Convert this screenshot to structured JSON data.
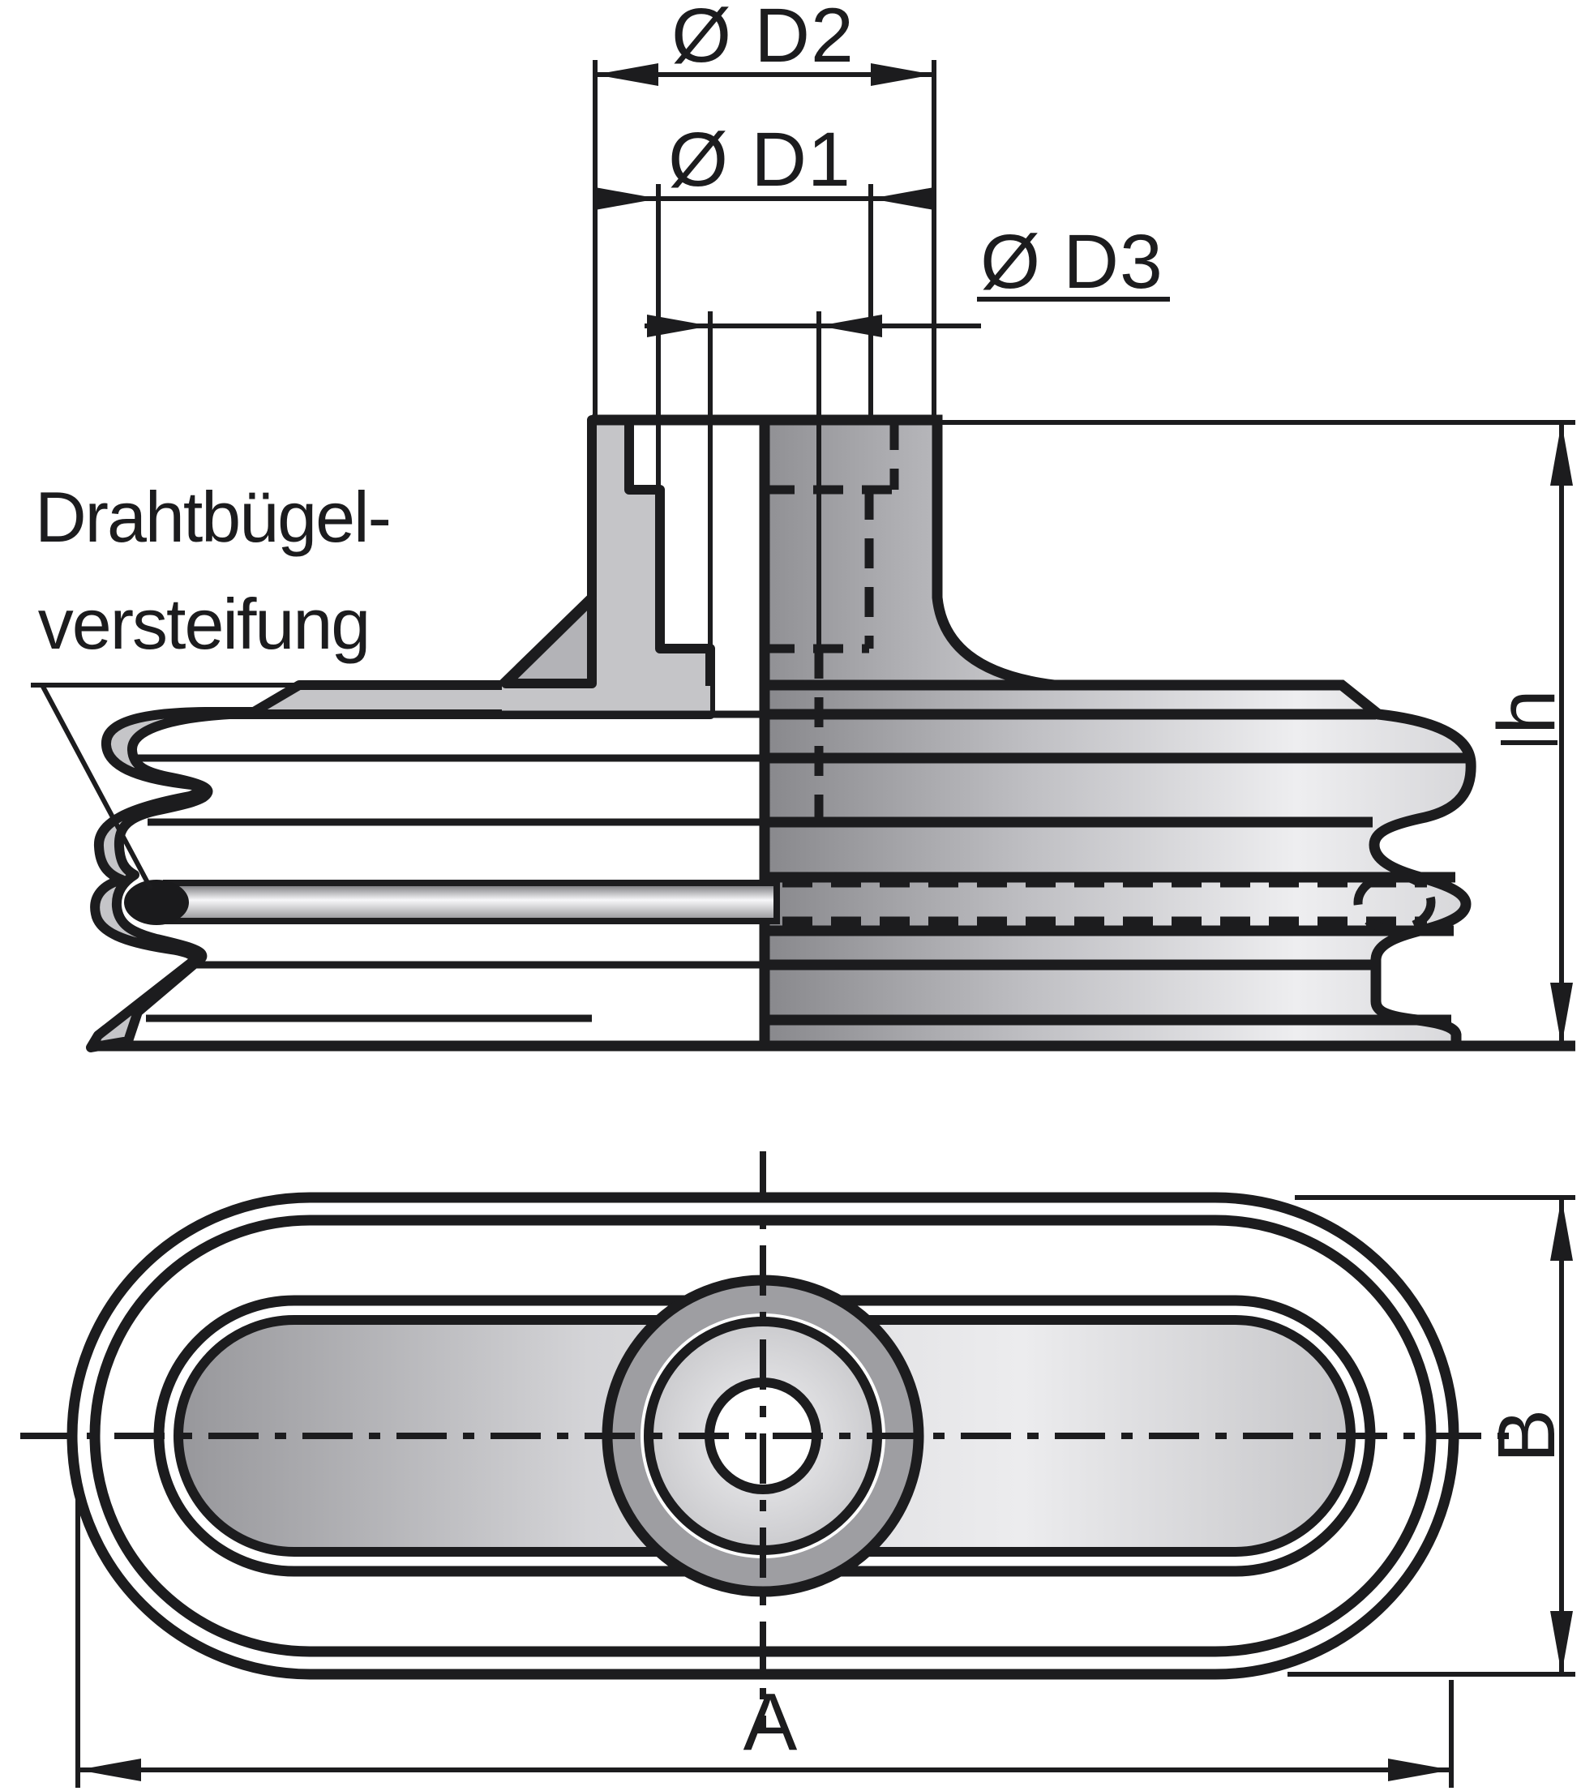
{
  "drawing": {
    "kind": "technical-drawing",
    "subject": "oval bellows vacuum suction cup, half-section side view and bottom view",
    "labels": {
      "d2": "Ø D2",
      "d1": "Ø D1",
      "d3": "Ø D3",
      "height": "h",
      "length": "A",
      "width": "B"
    },
    "callout": {
      "line1": "Drahtbügel-",
      "line2": "versteifung"
    },
    "colors": {
      "line": "#1c1c1e",
      "background": "#ffffff",
      "section_fill": "#c5c5c8",
      "section_fill_dark": "#b3b3b7",
      "shaded_dark": "#8a8a8e",
      "shaded_light": "#efeff1",
      "hub_ring": "#9e9ea2",
      "wire_dot": "#1a1a1c"
    }
  }
}
